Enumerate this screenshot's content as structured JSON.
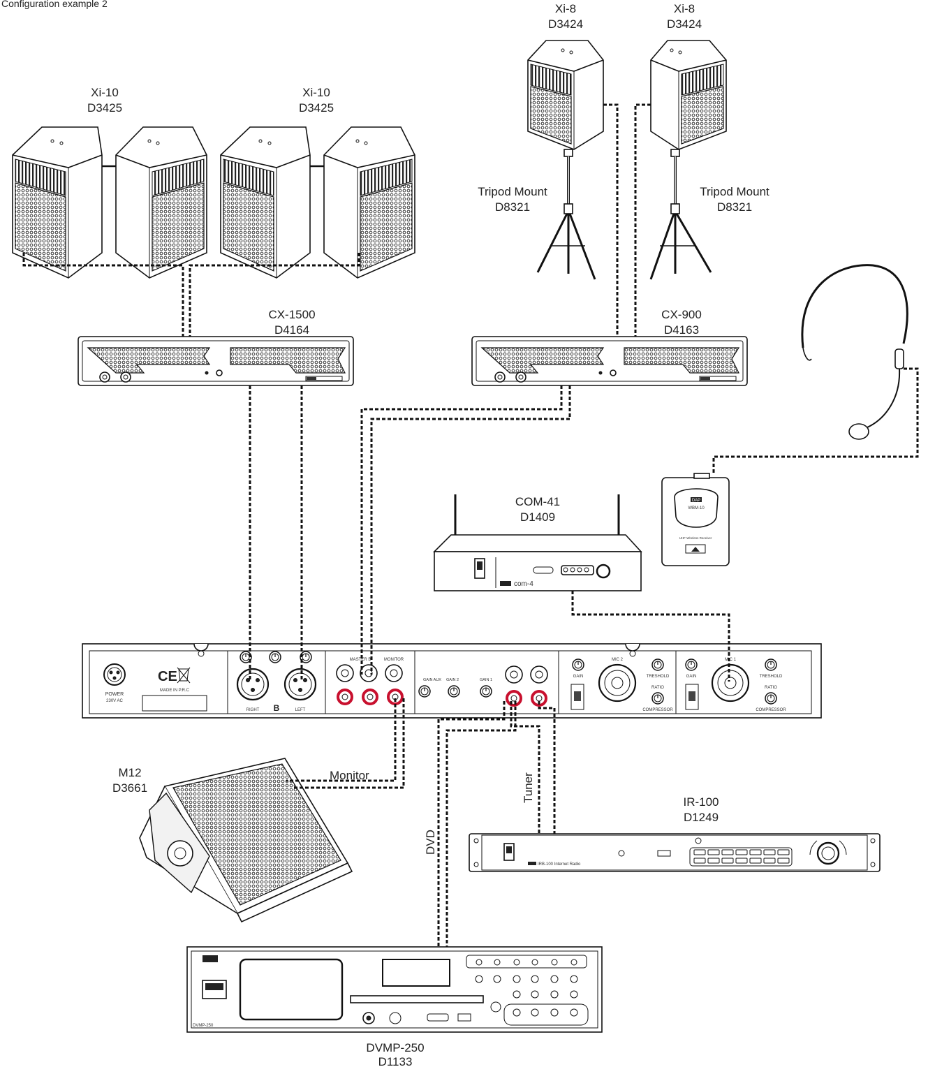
{
  "title": "Configuration example 2",
  "devices": {
    "xi10_left": {
      "model": "Xi-10",
      "code": "D3425"
    },
    "xi10_right": {
      "model": "Xi-10",
      "code": "D3425"
    },
    "xi8_left": {
      "model": "Xi-8",
      "code": "D3424"
    },
    "xi8_right": {
      "model": "Xi-8",
      "code": "D3424"
    },
    "tripod_left": {
      "model": "Tripod Mount",
      "code": "D8321"
    },
    "tripod_right": {
      "model": "Tripod Mount",
      "code": "D8321"
    },
    "amp_cx1500": {
      "model": "CX-1500",
      "code": "D4164"
    },
    "amp_cx900": {
      "model": "CX-900",
      "code": "D4163"
    },
    "com41": {
      "model": "COM-41",
      "code": "D1409",
      "panel_text": "com-4"
    },
    "bodypack": {
      "brand": "DAP",
      "model_text": "WBM-10",
      "footer_text": "UHF Wireless Receiver"
    },
    "monitor_m12": {
      "model": "M12",
      "code": "D3661"
    },
    "tuner_ir100": {
      "model": "IR-100",
      "code": "D1249",
      "panel_text": "IRB-100 Internet Radio"
    },
    "dvmp250": {
      "model": "DVMP-250",
      "code": "D1133",
      "panel_text": "DVMP-250"
    }
  },
  "cable_labels": {
    "monitor": "Monitor",
    "tuner": "Tuner",
    "dvd": "DVD"
  },
  "mixer": {
    "power_label": "POWER",
    "power_sub": "230V AC",
    "made_in": "MADE IN P.R.C",
    "ce_mark": "CE",
    "right_label": "RIGHT",
    "left_label": "LEFT",
    "output_letter": "B",
    "master_label": "MASTER B",
    "monitor_label": "MONITOR",
    "gain_aux": "GAIN AUX",
    "gain_2": "GAIN 2",
    "gain_1": "GAIN 1",
    "mic2_label": "MIC 2",
    "mic1_label": "MIC 1",
    "gain_label": "GAIN",
    "treshold_label": "TRESHOLD",
    "ratio_label": "RATIO",
    "compressor_label": "COMPRESSOR"
  },
  "icons": [
    "speaker-icon",
    "amplifier-icon",
    "headset-mic-icon",
    "tripod-icon",
    "xlr-connector-icon",
    "rca-connector-icon",
    "knob-icon"
  ],
  "colors": {
    "rca_red": "#c8102e",
    "cable": "#111111"
  }
}
